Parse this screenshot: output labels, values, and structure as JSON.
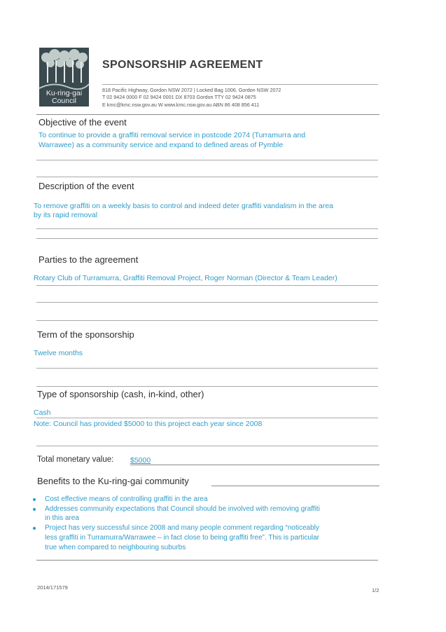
{
  "header": {
    "logo_line1": "Ku-ring-gai",
    "logo_line2": "Council",
    "title": "SPONSORSHIP AGREEMENT",
    "address_line1": "818 Pacific Highway, Gordon NSW 2072  |  Locked Bag 1006, Gordon NSW 2072",
    "address_line2": "T 02 9424 0000  F 02 9424 0001  DX 8703 Gordon  TTY 02 9424  0875",
    "address_line3": "E kmc@kmc.nsw.gov.au   W www.kmc.nsw.gov.au    ABN 86 408 856 411"
  },
  "sections": {
    "objective": {
      "heading": "Objective of the event",
      "line1": "To continue to provide a graffiti removal service in postcode 2074 (Turramurra and",
      "line2": "Warrawee) as a community service and expand to defined areas of Pymble"
    },
    "description": {
      "heading": "Description of the event",
      "line1": "To remove graffiti on a weekly basis to control and indeed deter graffiti vandalism in the area",
      "line2": "by its rapid removal"
    },
    "parties": {
      "heading": "Parties to the agreement",
      "line1": "Rotary Club of Turramurra, Graffiti Removal Project, Roger Norman (Director & Team Leader)"
    },
    "term": {
      "heading": "Term of the sponsorship",
      "line1": "Twelve months"
    },
    "type": {
      "heading": "Type of sponsorship (cash, in-kind, other)",
      "line1": "Cash",
      "line2": "Note: Council has provided $5000 to this project each year since 2008"
    },
    "total": {
      "label": "Total monetary value:",
      "value": "$5000"
    },
    "benefits": {
      "heading": "Benefits to the Ku-ring-gai community",
      "bullet1_line1": "Cost effective means of controlling graffiti in the area",
      "bullet2_line1": "Addresses community expectations that Council should be involved with removing graffiti",
      "bullet2_line2": "in this area",
      "bullet3_line1": "Project has very successful since 2008 and many people comment regarding “noticeably",
      "bullet3_line2": "less graffiti in Turramurra/Warrawee – in fact close to being graffiti free”. This is particular",
      "bullet3_line3": "true when compared to neighbouring suburbs"
    }
  },
  "footer": {
    "doc_number": "2014/171579",
    "page": "1/2"
  },
  "colors": {
    "filled_text": "#2f9cc9",
    "logo_bg": "#3a4a4f"
  }
}
